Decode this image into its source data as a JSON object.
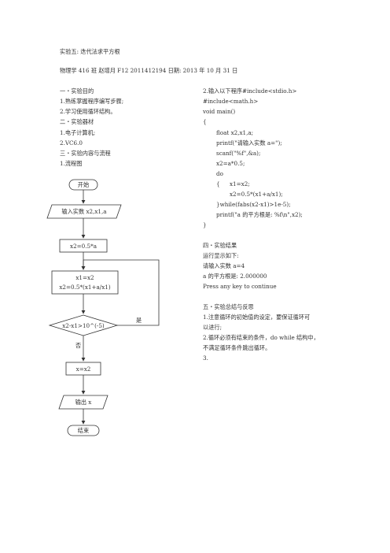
{
  "doc": {
    "title": "实验五: 迭代法求平方根",
    "info": "物理学 416 班    赵增月    F12    2011412194      日期: 2013 年 10 月 31 日"
  },
  "left": {
    "s1": "一・实验目的",
    "s1_1": "1.熟练掌握程序编写步骤;",
    "s1_2": "2.学习使用循环结构。",
    "s2": "二・实验器材",
    "s2_1": "1.电子计算机;",
    "s2_2": "2.VC6.0",
    "s3": "三・实验内容与流程",
    "s3_1": "1.流程图"
  },
  "flowchart": {
    "start": "开始",
    "input": "输入实数 x2,x1,a",
    "init": "x2=0.5*a",
    "loop_1": "x1=x2",
    "loop_2": "x2=0.5*(x1+a/x1)",
    "cond": "x2-x1>10^(-5)",
    "yes": "是",
    "no": "否",
    "assign": "x=x2",
    "output": "输出 x",
    "end": "结束"
  },
  "right": {
    "c0": "2.输入以下程序#include<stdio.h>",
    "c1": "#include<math.h>",
    "c2": "void main()",
    "c3": "{",
    "c4": "float x2,x1,a;",
    "c5": "printf(\"请输入实数 a=\");",
    "c6": "scanf(\"%f\",&a);",
    "c7": "x2=a*0.5;",
    "c8": "do",
    "c9a": "{",
    "c9b": "x1=x2;",
    "c10": "x2=0.5*(x1+a/x1);",
    "c11": "}while(fabs(x2-x1)>1e-5);",
    "c12": "printf(\"a  的平方根是: %f\\n\",x2);",
    "c13": "}",
    "s4": "四・实验结果",
    "r1": "运行显示如下:",
    "r2": "请输入实数 a=4",
    "r3": "a  的平方根是: 2.000000",
    "r4": "Press any key to continue",
    "s5": "五・实验总结与反思",
    "f1a": "1.注意循环的初始值的设定，要保证循环可",
    "f1b": "以进行;",
    "f2a": "2.循环必须有结束的条件，do    while 结构中，",
    "f2b": "不满足循环条件跳出循环。",
    "f3": "3."
  }
}
